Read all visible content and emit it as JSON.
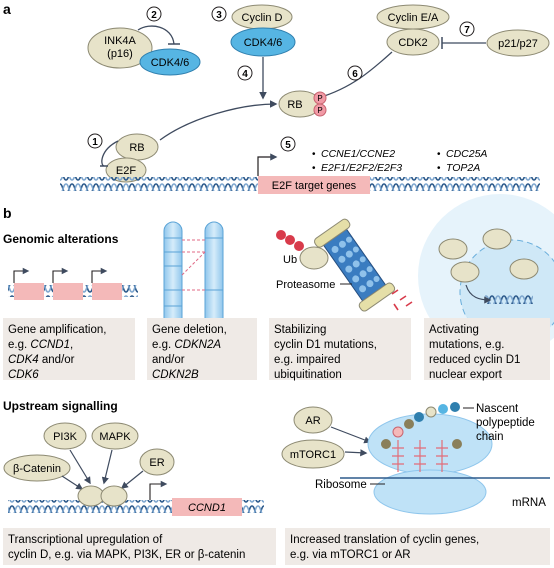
{
  "panel_a": {
    "label": "a",
    "nodes": {
      "ink4a": "INK4A",
      "p16": "(p16)",
      "cdk46_left": "CDK4/6",
      "cyclin_d": "Cyclin D",
      "cdk46_mid": "CDK4/6",
      "cyclin_ea": "Cyclin E/A",
      "cdk2": "CDK2",
      "p21p27": "p21/p27",
      "rb_phos": "RB",
      "phospho": "P",
      "rb": "RB",
      "e2f": "E2F",
      "target_genes": "E2F target genes"
    },
    "steps": [
      "1",
      "2",
      "3",
      "4",
      "5",
      "6",
      "7"
    ],
    "targets": [
      "CCNE1/CCNE2",
      "E2F1/E2F2/E2F3",
      "CDC25A",
      "TOP2A"
    ]
  },
  "panel_b": {
    "label": "b",
    "genomic_title": "Genomic alterations",
    "ub": "Ub",
    "proteasome": "Proteasome",
    "boxes": {
      "amp": [
        "Gene amplification,",
        "e.g. ",
        "CCND1",
        ",",
        "CDK4",
        " and/or",
        "CDK6"
      ],
      "del": [
        "Gene deletion,",
        "e.g. ",
        "CDKN2A",
        "and/or",
        "CDKN2B"
      ],
      "stab": [
        "Stabilizing",
        "cyclin D1 mutations,",
        "e.g. impaired",
        "ubiquitination"
      ],
      "act": [
        "Activating",
        "mutations, e.g.",
        "reduced cyclin D1",
        "nuclear export"
      ]
    },
    "upstream_title": "Upstream signalling",
    "signals": {
      "pi3k": "PI3K",
      "mapk": "MAPK",
      "catenin": "β-Catenin",
      "er": "ER",
      "ccnd1": "CCND1",
      "ar": "AR",
      "mtorc1": "mTORC1",
      "nascent": [
        "Nascent",
        "polypeptide",
        "chain"
      ],
      "ribosome": "Ribosome",
      "mrna": "mRNA"
    },
    "bottom_boxes": {
      "transcription": [
        "Transcriptional upregulation of",
        "cyclin D, e.g. via MAPK, PI3K, ER or β-catenin"
      ],
      "translation": [
        "Increased translation of cyclin genes,",
        "e.g. via mTORC1 or AR"
      ]
    }
  },
  "colors": {
    "node_fill": "#e7e3c9",
    "node_stroke": "#8d8a73",
    "cdk_blue": "#56b5e3",
    "pink": "#f4b9b9",
    "box_bg": "#efeae6",
    "arrow": "#3f4b5f",
    "dna_blue": "#2d5a8b",
    "dna_light": "#c8dcec"
  }
}
